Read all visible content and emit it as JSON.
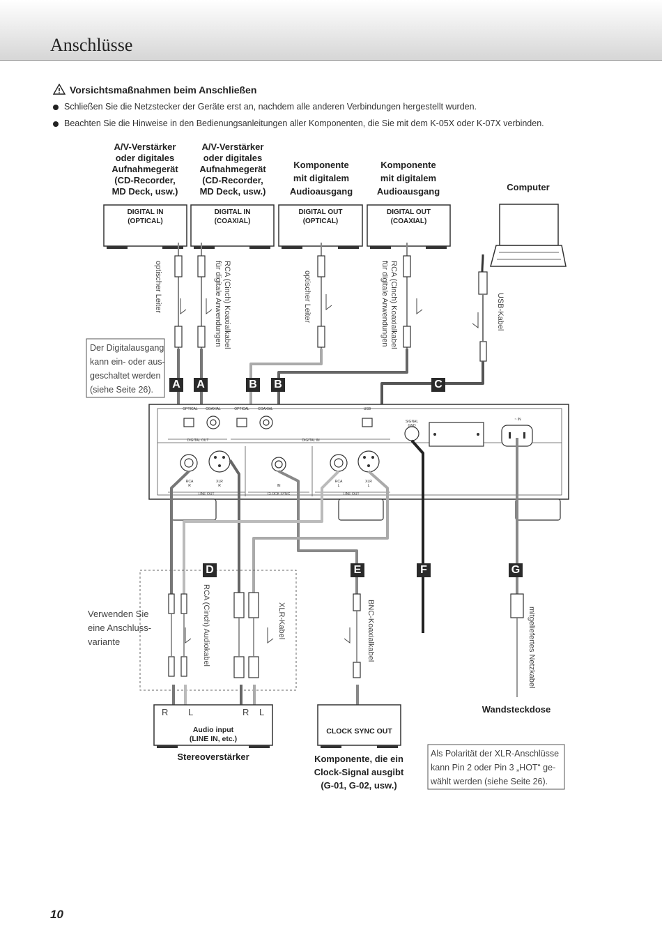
{
  "page": {
    "title": "Anschlüsse",
    "page_number": "10"
  },
  "warning": {
    "heading": "Vorsichtsmaßnahmen beim Anschließen",
    "bullets": [
      "Schließen Sie die Netzstecker der Geräte erst an, nachdem alle anderen Verbindungen hergestellt wurden.",
      "Beachten Sie die Hinweise in den Bedienungsanleitungen aller Komponenten, die Sie mit dem K-05X oder K-07X verbinden."
    ]
  },
  "devices_top": [
    {
      "label": "A/V-Verstärker\noder digitales\nAufnahmegerät\n(CD-Recorder,\nMD Deck, usw.)",
      "port": "DIGITAL IN\n(OPTICAL)"
    },
    {
      "label": "A/V-Verstärker\noder digitales\nAufnahmegerät\n(CD-Recorder,\nMD Deck, usw.)",
      "port": "DIGITAL IN\n(COAXIAL)"
    },
    {
      "label": "Komponente\nmit digitalem\nAudioausgang",
      "port": "DIGITAL OUT\n(OPTICAL)"
    },
    {
      "label": "Komponente\nmit digitalem\nAudioausgang",
      "port": "DIGITAL OUT\n(COAXIAL)"
    },
    {
      "label": "Computer"
    }
  ],
  "cables_top": {
    "optical_a": "optischer Leiter",
    "coax_a": "RCA (Cinch) Koaxialkabel\nfür digitale Anwendungen",
    "optical_b": "optischer Leiter",
    "coax_b": "RCA (Cinch) Koaxialkabel\nfür digitale Anwendungen",
    "usb": "USB-Kabel"
  },
  "notes": {
    "digital_out": "Der Digitalausgang\nkann ein- oder aus-\ngeschaltet werden\n(siehe Seite 26).",
    "variant": "Verwenden Sie\neine Anschluss-\nvariante",
    "xlr_polarity": "Als Polarität der XLR-Anschlüsse\nkann Pin 2 oder Pin 3 „HOT“ ge-\nwählt werden (siehe Seite 26)."
  },
  "letters": [
    "A",
    "A",
    "B",
    "B",
    "C",
    "D",
    "E",
    "F",
    "G"
  ],
  "panel": {
    "optical": "OPTICAL",
    "coaxial": "COAXIAL",
    "optical2": "OPTICAL",
    "coaxial2": "COAXIAL",
    "usb": "USB",
    "signal_gnd": "SIGNAL\nGND",
    "ac_in": "~ IN",
    "digital_out": "DIGITAL OUT",
    "digital_in": "DIGITAL IN",
    "rca_r": "RCA\nR",
    "xlr_r": "XLR\nR",
    "in": "IN",
    "rca_l": "RCA\nL",
    "xlr_l": "XLR\nL",
    "line_out_1": "LINE OUT",
    "clock_sync": "CLOCK SYNC",
    "line_out_2": "LINE OUT"
  },
  "cables_bottom": {
    "rca_audio": "RCA (Cinch) Audiokabel",
    "xlr": "XLR-Kabel",
    "bnc": "BNC-Koaxialkabel",
    "power": "mitgeliefertes Netzkabel"
  },
  "devices_bottom": {
    "amp_input": "Audio input\n(LINE IN, etc.)",
    "amp_name": "Stereoverstärker",
    "amp_r1": "R",
    "amp_l1": "L",
    "amp_r2": "R",
    "amp_l2": "L",
    "clock_port": "CLOCK SYNC OUT",
    "clock_name": "Komponente, die ein\nClock-Signal ausgibt\n(G-01, G-02, usw.)",
    "wall": "Wandsteckdose"
  }
}
